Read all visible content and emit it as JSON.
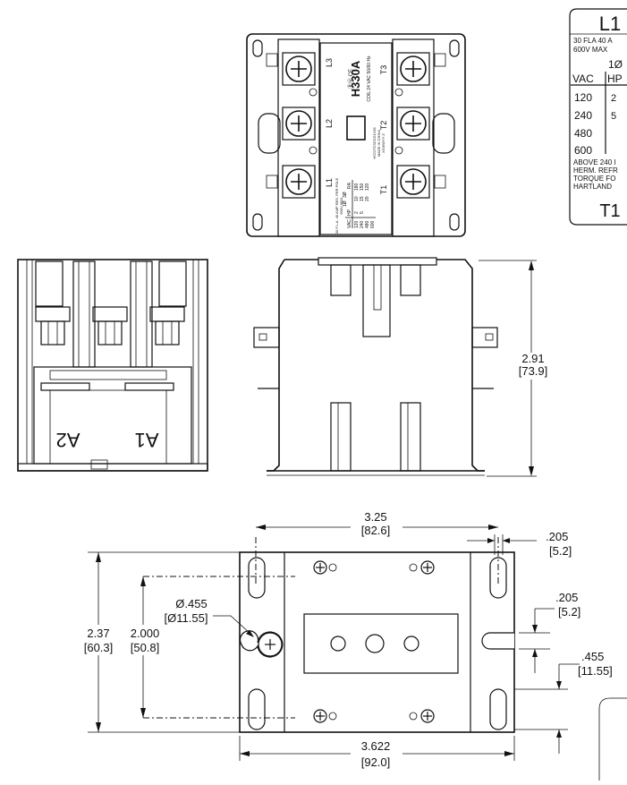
{
  "top_view": {
    "model": "H330A",
    "coil": "COIL 24 VAC 50/60 Hz",
    "agency_marks": "ⓇⓊ CE",
    "terminals_left": [
      "L3",
      "L2",
      "L1"
    ],
    "terminals_right": [
      "T3",
      "T2",
      "T1"
    ],
    "rating_small": "30 F.L.A. 40 AMP RES. PER POLE",
    "rating_small_2": "600V MAX",
    "hp_header": [
      "VAC",
      "HP",
      "1Ø",
      "3Ø",
      "RA"
    ],
    "hp_rows": [
      [
        "120",
        "2",
        "10",
        "180"
      ],
      [
        "240",
        "5",
        "15",
        "150"
      ],
      [
        "480",
        "",
        "20",
        "120"
      ],
      [
        "600",
        "",
        "",
        ""
      ]
    ],
    "side_small_1": "HCC/TC3CGZ1V28",
    "side_small_2": "MADE IN CHINA",
    "side_small_3": "XXWWYY Z"
  },
  "label_panel": {
    "terminal_top": "L1",
    "rating": "30 FLA 40 A",
    "voltage": "600V MAX",
    "phase": "1Ø",
    "header_vac": "VAC",
    "header_hp": "HP",
    "rows": [
      {
        "vac": "120",
        "hp": "2"
      },
      {
        "vac": "240",
        "hp": "5"
      },
      {
        "vac": "480",
        "hp": ""
      },
      {
        "vac": "600",
        "hp": ""
      }
    ],
    "notes": [
      "ABOVE 240 I",
      "HERM. REFR",
      "TORQUE FO",
      "HARTLAND"
    ],
    "terminal_bottom": "T1"
  },
  "end_view": {
    "coil_terminals": [
      "A2",
      "A1"
    ]
  },
  "side_view": {
    "height_in": "2.91",
    "height_mm": "[73.9]"
  },
  "bottom_view": {
    "mount_width_in": "3.25",
    "mount_width_mm": "[82.6]",
    "overall_width_in": "3.622",
    "overall_width_mm": "[92.0]",
    "overall_height_in": "2.37",
    "overall_height_mm": "[60.3]",
    "mount_height_in": "2.000",
    "mount_height_mm": "[50.8]",
    "hole_dia_in": "Ø.455",
    "hole_dia_mm": "[Ø11.55]",
    "slot_width_in": ".205",
    "slot_width_mm": "[5.2]",
    "slot_height_in": ".205",
    "slot_height_mm": "[5.2]",
    "slot_length_in": ".455",
    "slot_length_mm": "[11.55]"
  }
}
